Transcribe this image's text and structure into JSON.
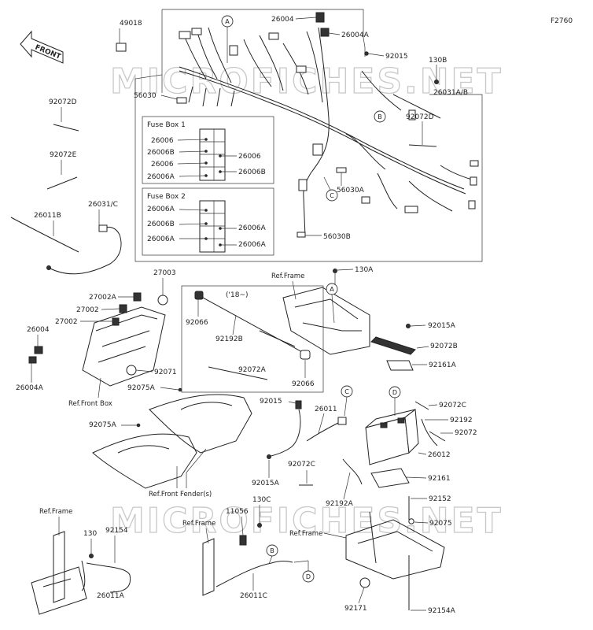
{
  "diagram_code": "F2760",
  "front_label": "FRONT",
  "watermark": "MICROFICHES.NET",
  "fuse_box_1": {
    "title": "Fuse Box 1",
    "left_labels": [
      "26006",
      "26006B",
      "26006",
      "26006A"
    ],
    "right_labels": [
      "26006",
      "26006B"
    ]
  },
  "fuse_box_2": {
    "title": "Fuse Box 2",
    "left_labels": [
      "26006A",
      "26006B",
      "26006A"
    ],
    "right_labels": [
      "26006A",
      "26006A"
    ]
  },
  "year_note": "('18~)",
  "callouts": [
    "A",
    "B",
    "C",
    "D"
  ],
  "refs": {
    "ref_frame": "Ref.Frame",
    "ref_front_box": "Ref.Front Box",
    "ref_front_fenders": "Ref.Front Fender(s)"
  },
  "parts": {
    "p49018": "49018",
    "p26004_top": "26004",
    "p26004A_top": "26004A",
    "p92015_top": "92015",
    "p130B": "130B",
    "p56030": "56030",
    "p26031AB": "26031A/B",
    "p92072D_left": "92072D",
    "p92072D_right": "92072D",
    "p92072E": "92072E",
    "p26031C": "26031/C",
    "p26011B": "26011B",
    "p56030A": "56030A",
    "p56030B": "56030B",
    "p27003": "27003",
    "p27002A": "27002A",
    "p27002_a": "27002",
    "p27002_b": "27002",
    "p26004_left": "26004",
    "p26004A_left": "26004A",
    "p92071": "92071",
    "p92075A_a": "92075A",
    "p92075A_b": "92075A",
    "p92066_a": "92066",
    "p92192B": "92192B",
    "p92072A": "92072A",
    "p92066_b": "92066",
    "p130A": "130A",
    "p92015A_top": "92015A",
    "p92072B": "92072B",
    "p92161A": "92161A",
    "p92015_mid": "92015",
    "p26011": "26011",
    "p92072C_right": "92072C",
    "p92192": "92192",
    "p92072": "92072",
    "p26012": "26012",
    "p92015A_mid": "92015A",
    "p92072C_mid": "92072C",
    "p92192A": "92192A",
    "p92161": "92161",
    "p92152": "92152",
    "p130C": "130C",
    "p11056": "11056",
    "p130": "130",
    "p92154": "92154",
    "p92075": "92075",
    "p26011A": "26011A",
    "p26011C": "26011C",
    "p92171": "92171",
    "p92154A": "92154A"
  }
}
